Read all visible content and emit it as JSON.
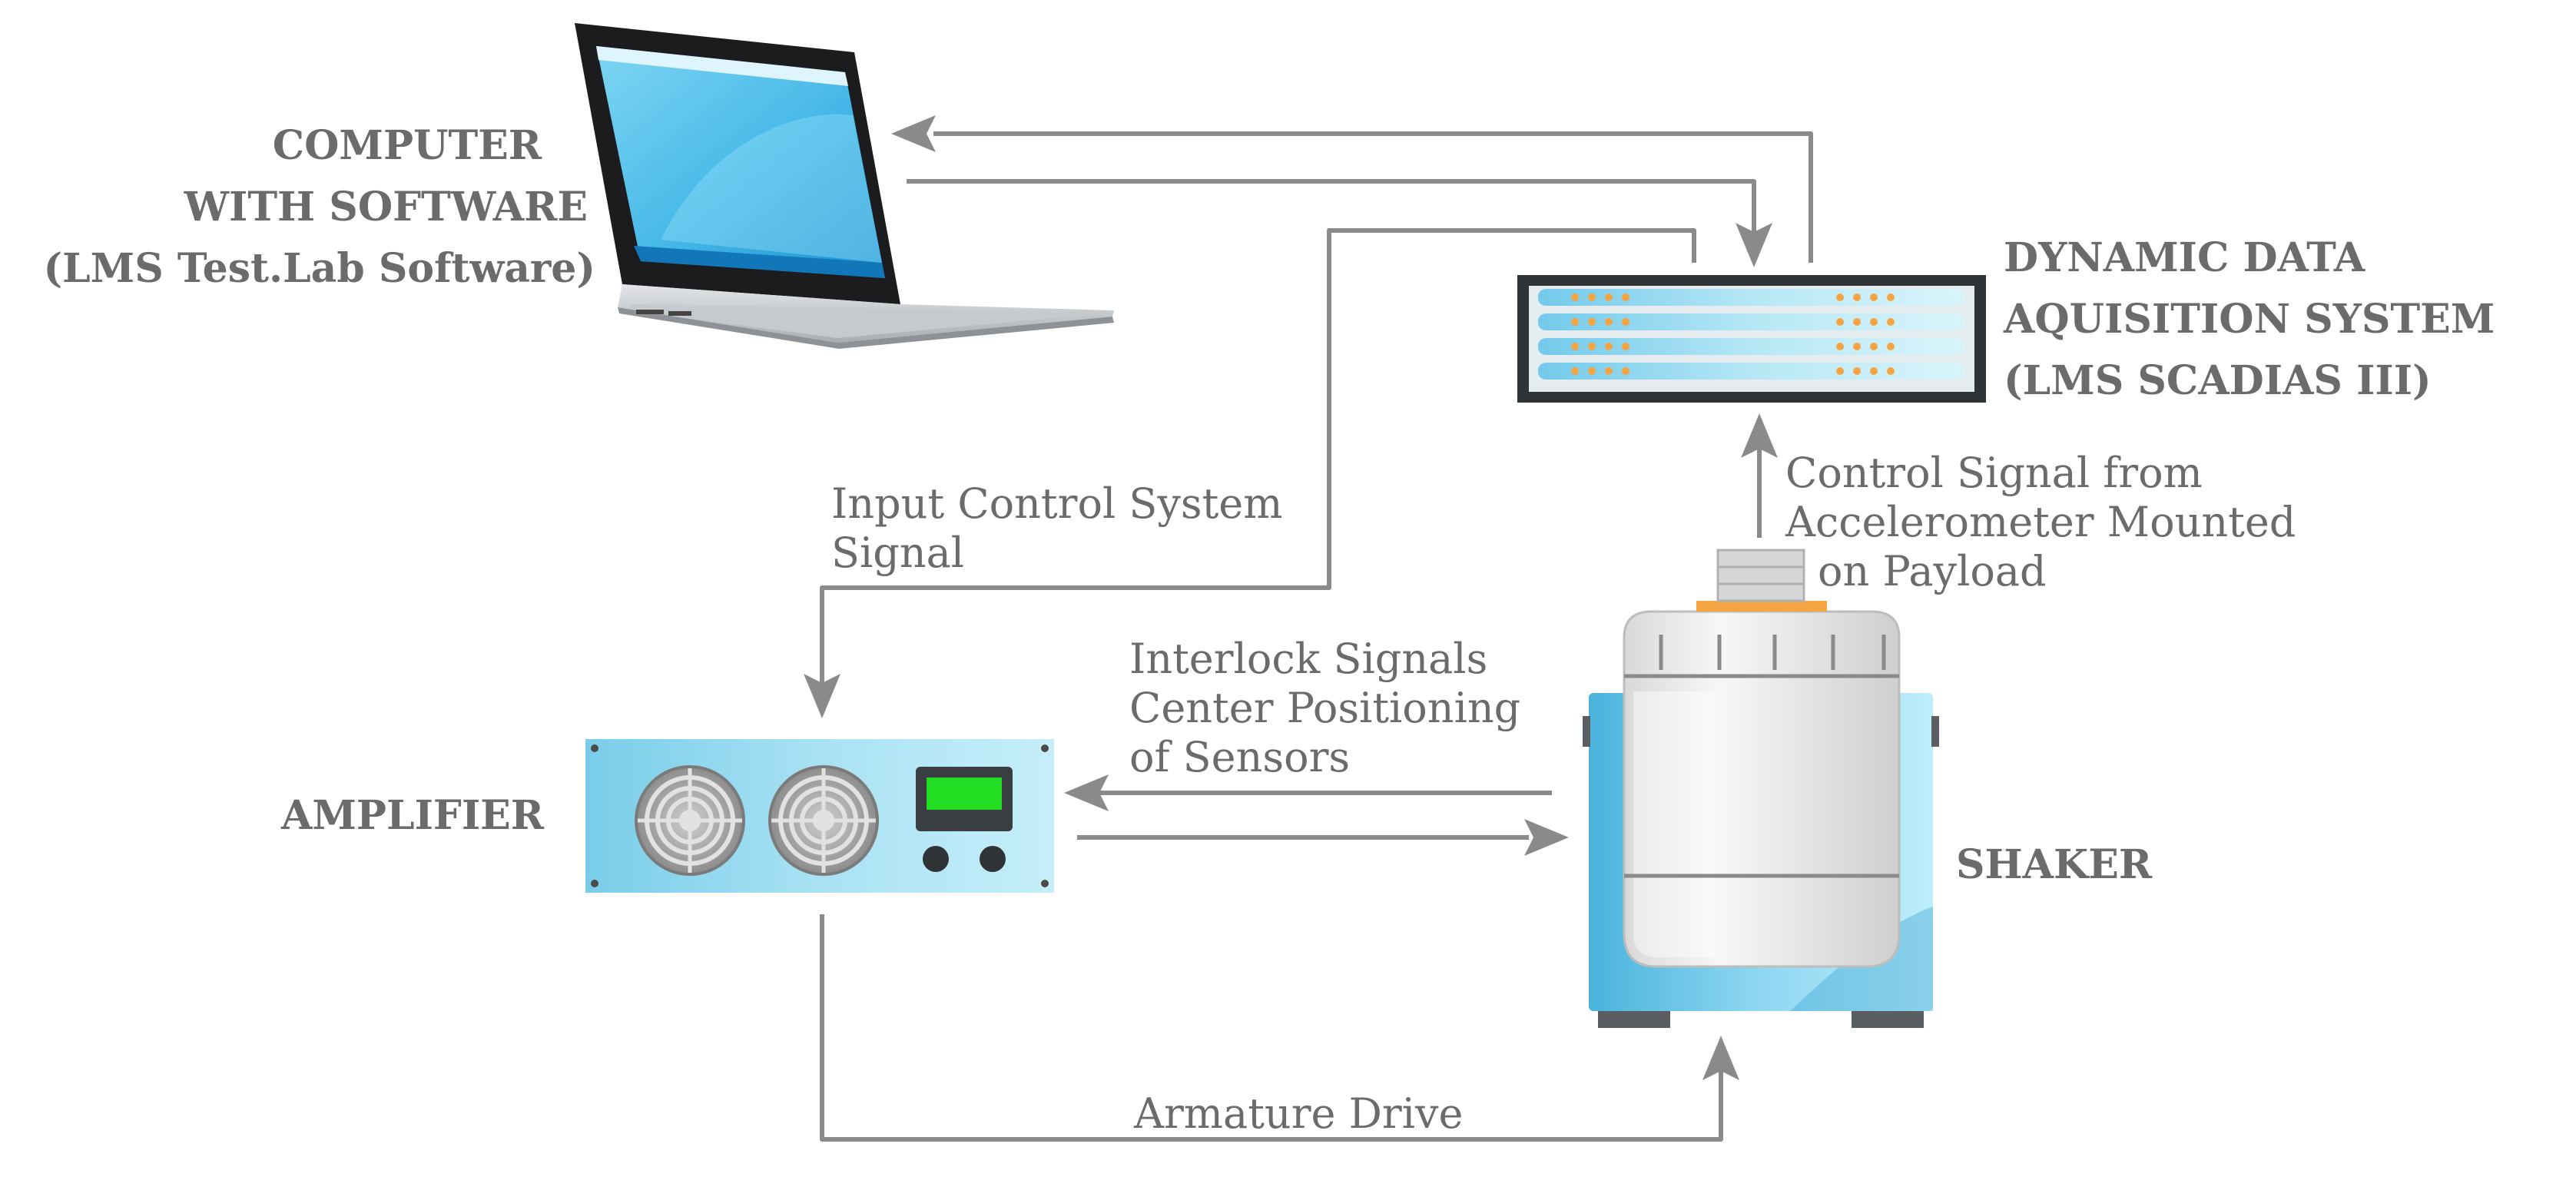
{
  "labels": {
    "computer": [
      "COMPUTER",
      "WITH SOFTWARE",
      "(LMS Test.Lab Software)"
    ],
    "daq": [
      "DYNAMIC DATA",
      "AQUISITION SYSTEM",
      "(LMS SCADIAS III)"
    ],
    "amplifier": "AMPLIFIER",
    "shaker": "SHAKER",
    "input_signal": [
      "Input Control System",
      "Signal"
    ],
    "interlock": [
      "Interlock Signals",
      "Center Positioning",
      "of Sensors"
    ],
    "control_signal": [
      "Control Signal from",
      "Accelerometer Mounted",
      "on Payload"
    ],
    "armature": "Armature Drive"
  },
  "colors": {
    "arrow": "#8a8a8a",
    "text": "#6b6b6b",
    "device_blue": "#6fc8e6",
    "screen_blue": "#2aa6dc",
    "display_green": "#22dd22",
    "led_orange": "#f5a442"
  }
}
